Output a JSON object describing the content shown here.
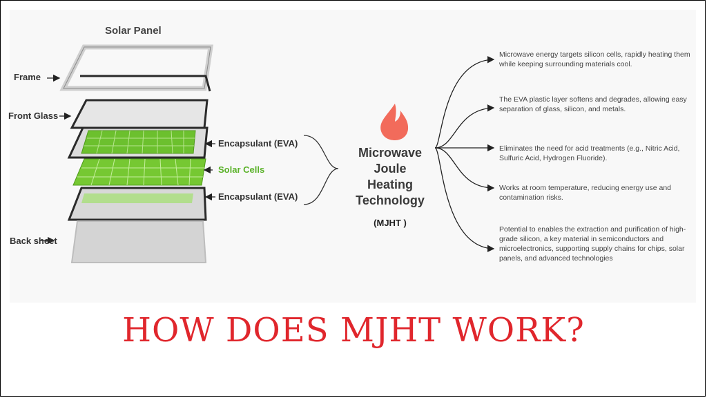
{
  "diagram": {
    "title": "Solar Panel",
    "layers": {
      "frame": "Frame",
      "front_glass": "Front Glass",
      "encapsulant_top": "Encapsulant (EVA)",
      "solar_cells": "Solar Cells",
      "encapsulant_bottom": "Encapsulant (EVA)",
      "back_sheet": "Back sheet"
    },
    "center": {
      "line1": "Microwave",
      "line2": "Joule",
      "line3": "Heating",
      "line4": "Technology",
      "abbr": "(MJHT )",
      "icon": "flame-icon"
    },
    "points": [
      "Microwave energy targets silicon cells, rapidly heating them while keeping surrounding materials cool.",
      "The EVA plastic layer softens and degrades, allowing easy separation of glass, silicon, and metals.",
      "Eliminates the need for acid treatments (e.g., Nitric Acid, Sulfuric Acid, Hydrogen Fluoride).",
      "Works at room temperature, reducing energy use and contamination risks.",
      "Potential to enables the extraction and purification of high-grade silicon, a key material in semiconductors and microelectronics, supporting supply chains for chips, solar panels, and advanced technologies"
    ]
  },
  "headline": "HOW DOES MJHT WORK?",
  "colors": {
    "headline": "#e0262c",
    "cells": "#6cc02e",
    "flame": "#f26b5b"
  }
}
